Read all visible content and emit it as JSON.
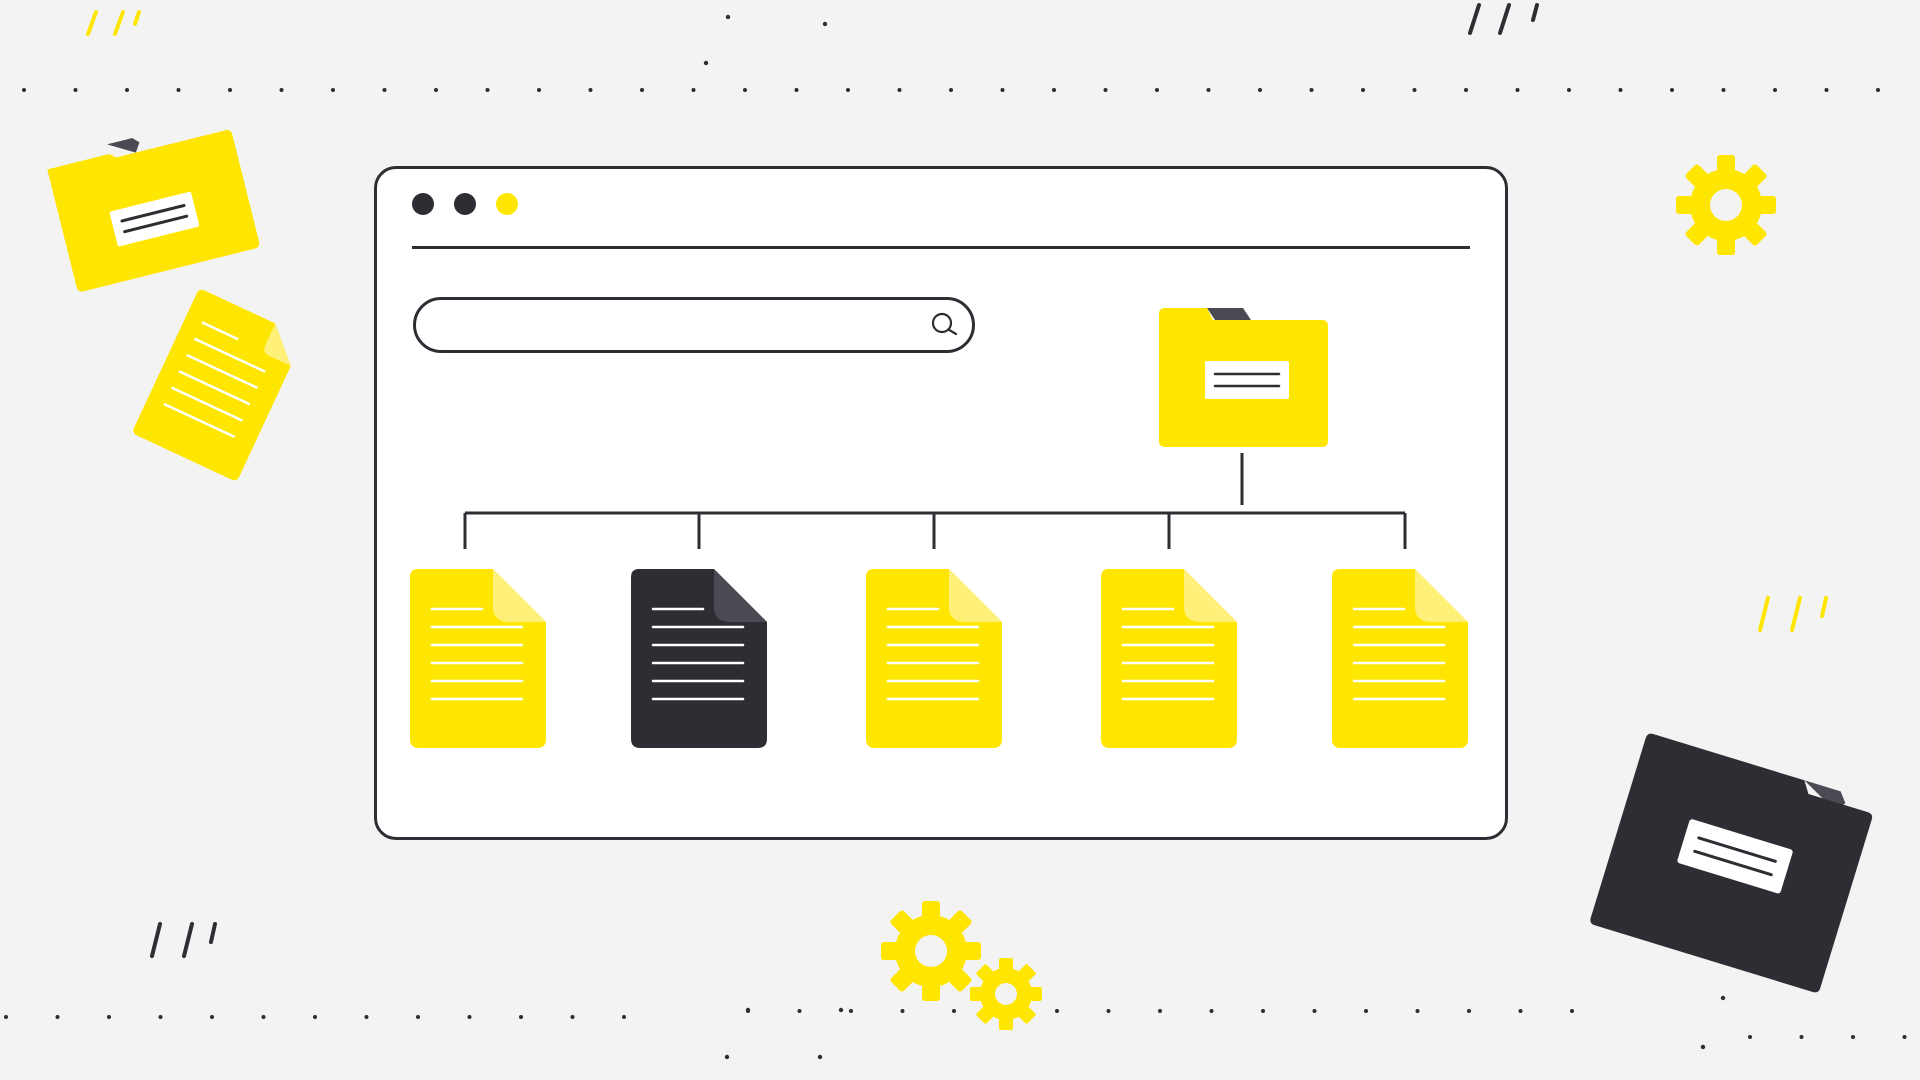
{
  "colors": {
    "background": "#f3f3f3",
    "window": "#ffffff",
    "outline": "#2d2e33",
    "yellow": "#ffe600",
    "yellow_fold": "#fff07a",
    "dark": "#2d2e33",
    "dark_fold": "#4a4b52",
    "label": "#ffffff"
  },
  "window": {
    "controls": [
      "dark",
      "dark",
      "yellow"
    ]
  },
  "search": {
    "value": "",
    "placeholder": "",
    "icon": "search-icon"
  },
  "tree": {
    "root": {
      "type": "folder",
      "color": "yellow"
    },
    "children": [
      {
        "type": "document",
        "color": "yellow"
      },
      {
        "type": "document",
        "color": "dark"
      },
      {
        "type": "document",
        "color": "yellow"
      },
      {
        "type": "document",
        "color": "yellow"
      },
      {
        "type": "document",
        "color": "yellow"
      }
    ]
  },
  "decorations": {
    "folders": [
      "yellow",
      "dark"
    ],
    "documents": [
      "yellow"
    ],
    "gears": [
      "yellow",
      "yellow",
      "yellow"
    ],
    "slash_marks": [
      "yellow",
      "dark",
      "yellow",
      "dark"
    ]
  }
}
